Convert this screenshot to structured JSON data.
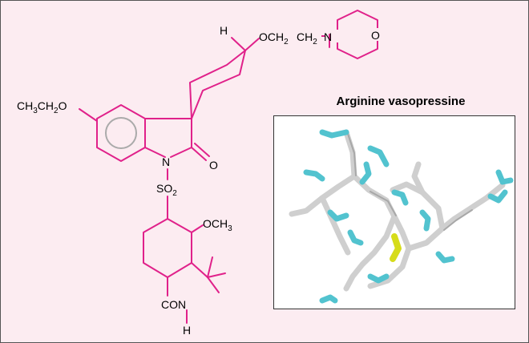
{
  "figure": {
    "panel_title": "Arginine vasopressine",
    "colors": {
      "background": "#fcecf1",
      "bond": "#e0218a",
      "aromatic_circle": "#aaaaaa",
      "carbon": "#cfcfcf",
      "nitrogen": "#52c3cf",
      "sulfur": "#d6dc1a"
    },
    "labels": {
      "h_top": "H",
      "och2ch2": "OCH",
      "sub_2a": "2",
      "ch2": "CH",
      "sub_2b": "2",
      "n_morph": "N",
      "o_morph": "O",
      "ch3ch2o_a": "CH",
      "sub_3": "3",
      "ch3ch2o_b": "CH",
      "sub_2c": "2",
      "ch3ch2o_c": "O",
      "n_indole": "N",
      "o_carbonyl": "O",
      "so2": "SO",
      "sub_2d": "2",
      "och3": "OCH",
      "sub_3b": "3",
      "con": "CON",
      "h_bottom": "H"
    }
  }
}
